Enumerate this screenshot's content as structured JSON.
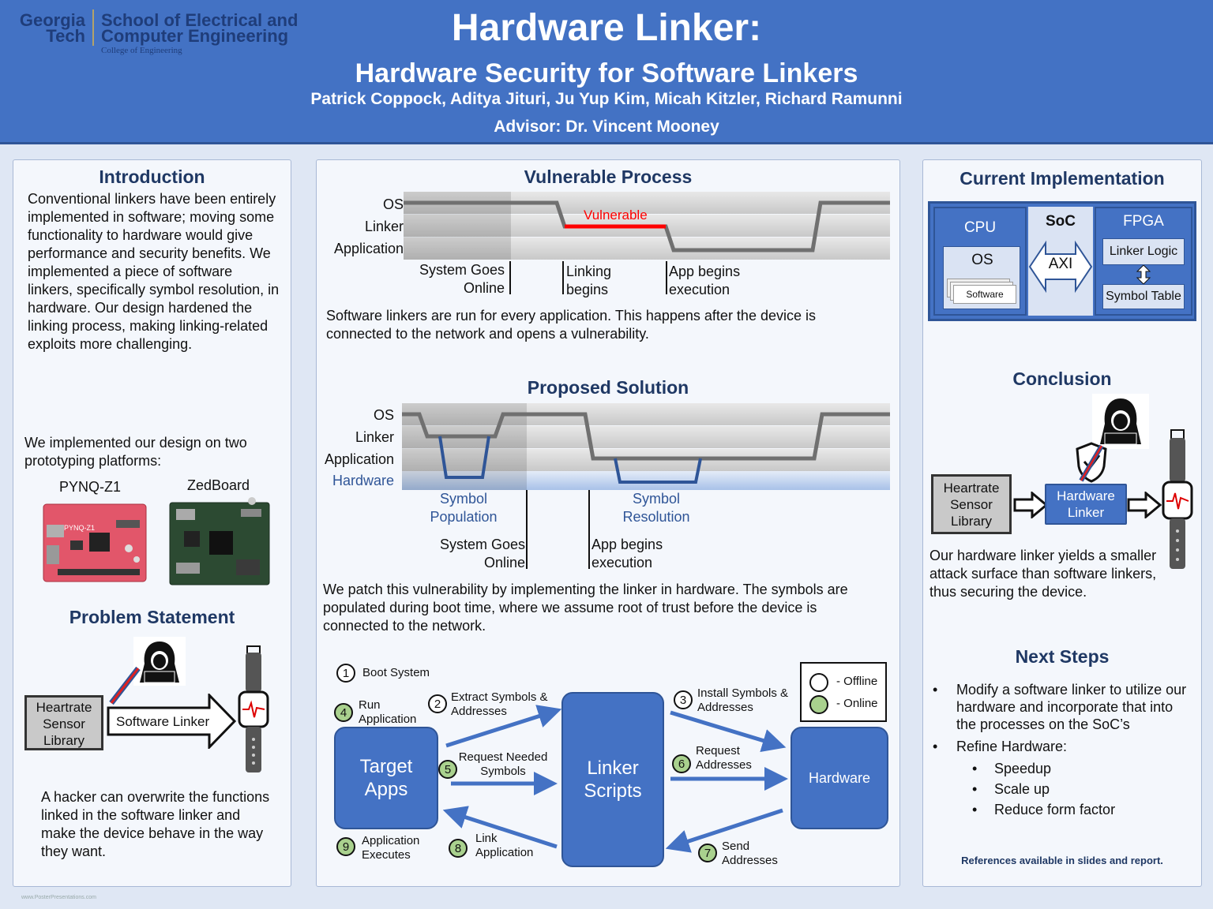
{
  "header": {
    "logo_georgia": "Georgia",
    "logo_tech": "Tech",
    "logo_school_1": "School of Electrical and",
    "logo_school_2": "Computer Engineering",
    "logo_college": "College of Engineering",
    "title": "Hardware Linker:",
    "subtitle": "Hardware Security for Software Linkers",
    "authors": "Patrick Coppock, Aditya Jituri, Ju Yup Kim, Micah Kitzler, Richard Ramunni",
    "advisor": "Advisor: Dr. Vincent Mooney"
  },
  "left": {
    "intro_title": "Introduction",
    "intro_text": "Conventional linkers have been entirely implemented in software; moving some functionality to hardware would give performance and security benefits. We implemented a piece of software linkers, specifically symbol resolution, in hardware. Our design hardened the linking process, making linking-related exploits more challenging.",
    "platforms_text": "We implemented our design on two prototyping platforms:",
    "board1_label": "PYNQ-Z1",
    "board1_silk": "PYNQ-Z1",
    "board2_label": "ZedBoard",
    "problem_title": "Problem Statement",
    "hs_library": "Heartrate Sensor Library",
    "software_linker": "Software Linker",
    "problem_text": "A hacker can overwrite the functions linked in the software linker and make the device behave in the way they want.",
    "footer_small": "www.PosterPresentations.com"
  },
  "middle": {
    "vuln_title": "Vulnerable Process",
    "lane_os": "OS",
    "lane_linker": "Linker",
    "lane_app": "Application",
    "lane_hw": "Hardware",
    "vulnerable_label": "Vulnerable",
    "sys_online": "System Goes Online",
    "linking_begins": "Linking begins",
    "app_begins": "App begins execution",
    "vuln_text": "Software linkers are run for every application. This happens after the device is connected to the network and opens a vulnerability.",
    "prop_title": "Proposed Solution",
    "symbol_population": "Symbol Population",
    "symbol_resolution": "Symbol Resolution",
    "prop_text": "We patch this vulnerability by implementing the linker in hardware. The symbols are populated during boot time, where we assume root of trust before the device is connected to the network.",
    "flow": {
      "target_apps": "Target Apps",
      "linker_scripts": "Linker Scripts",
      "hardware": "Hardware",
      "legend_offline": "-  Offline",
      "legend_online": "-  Online",
      "steps": [
        {
          "n": "1",
          "text": "Boot System"
        },
        {
          "n": "2",
          "text": "Extract Symbols & Addresses"
        },
        {
          "n": "3",
          "text": "Install Symbols & Addresses"
        },
        {
          "n": "4",
          "text": "Run Application"
        },
        {
          "n": "5",
          "text": "Request Needed Symbols"
        },
        {
          "n": "6",
          "text": "Request Addresses"
        },
        {
          "n": "7",
          "text": "Send Addresses"
        },
        {
          "n": "8",
          "text": "Link Application"
        },
        {
          "n": "9",
          "text": "Application Executes"
        }
      ]
    }
  },
  "right": {
    "impl_title": "Current Implementation",
    "cpu": "CPU",
    "soc": "SoC",
    "fpga": "FPGA",
    "os": "OS",
    "software": "Software",
    "axi": "AXI",
    "linker_logic": "Linker Logic",
    "symbol_table": "Symbol Table",
    "conclusion_title": "Conclusion",
    "hs_library": "Heartrate Sensor Library",
    "hardware_linker": "Hardware Linker",
    "conclusion_text": "Our hardware linker yields a smaller attack surface than software linkers, thus securing the device.",
    "next_title": "Next Steps",
    "next_1": "Modify a software linker to utilize our hardware and incorporate that into the processes on the SoC’s",
    "next_2": "Refine Hardware:",
    "sub_1": "Speedup",
    "sub_2": "Scale up",
    "sub_3": "Reduce form factor",
    "references": "References available in slides and report."
  },
  "colors": {
    "header_blue": "#4372c4",
    "title_navy": "#1f3864",
    "box_blue": "#4472c4",
    "vulnerable_red": "#ff0000",
    "online_green": "#a9d18e"
  }
}
